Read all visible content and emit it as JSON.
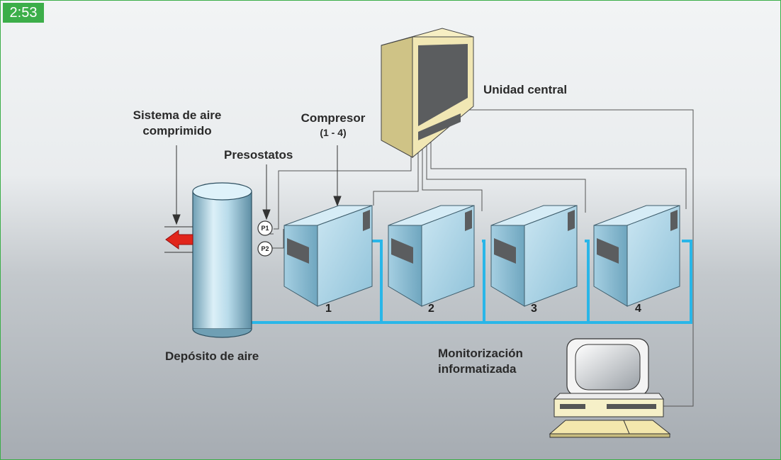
{
  "figure_tag": "2:53",
  "labels": {
    "air_system_line1": "Sistema de aire",
    "air_system_line2": "comprimido",
    "pressure_switches": "Presostatos",
    "compressor_line1": "Compresor",
    "compressor_line2": "(1 - 4)",
    "central_unit": "Unidad central",
    "tank": "Depósito de aire",
    "monitoring_line1": "Monitorización",
    "monitoring_line2": "informatizada"
  },
  "pressure_switch_tags": [
    "P1",
    "P2"
  ],
  "compressors": [
    {
      "number": "1"
    },
    {
      "number": "2"
    },
    {
      "number": "3"
    },
    {
      "number": "4"
    }
  ],
  "colors": {
    "frame": "#3cae49",
    "badge": "#3cae49",
    "pipe": "#29b6e8",
    "arrow": "#e1251b",
    "cabinet": "#f1e7b4",
    "compressor": "#a9d4e8",
    "background_top": "#eef1f3",
    "background_bottom": "#a7adb3"
  }
}
